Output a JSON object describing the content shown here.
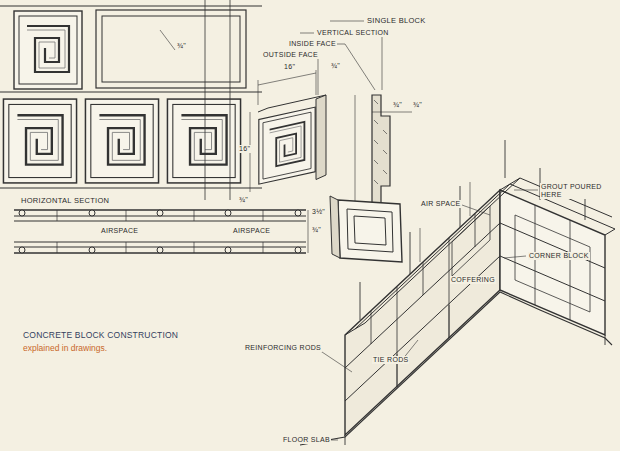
{
  "diagram": {
    "title": "CONCRETE BLOCK CONSTRUCTION",
    "caption": "explained in drawings.",
    "labels": [
      "SINGLE BLOCK",
      "VERTICAL SECTION",
      "INSIDE FACE",
      "OUTSIDE FACE",
      "16\"",
      "¾\"",
      "16\"",
      "¾\"",
      "¾\"",
      "¾\"",
      "HORIZONTAL SECTION",
      "¾\"",
      "AIRSPACE",
      "AIRSPACE",
      "3½\"",
      "¾\"",
      "AIR SPACE",
      "GROUT POURED HERE",
      "CORNER BLOCK",
      "COFFERING",
      "REINFORCING RODS",
      "TIE RODS",
      "FLOOR SLAB"
    ]
  }
}
